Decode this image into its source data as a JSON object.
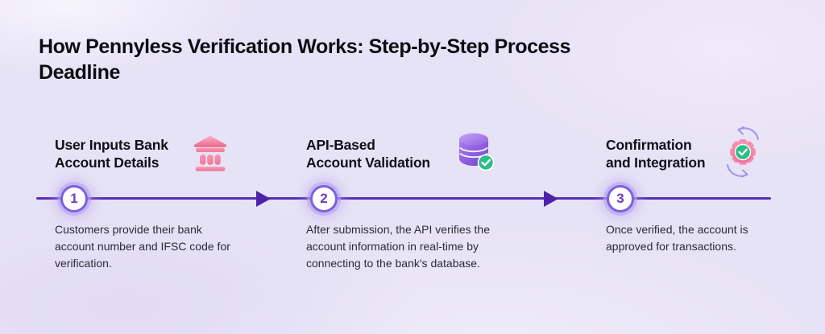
{
  "title": "How Pennyless Verification Works: Step-by-Step Process\nDeadline",
  "steps": [
    {
      "number": "1",
      "title": "User Inputs Bank\nAccount Details",
      "description": "Customers provide their bank\naccount number and IFSC code for\nverification.",
      "icon": "bank-icon"
    },
    {
      "number": "2",
      "title": "API-Based\nAccount Validation",
      "description": "After submission, the API verifies the\naccount information in real-time by\nconnecting to the bank's database.",
      "icon": "database-check-icon"
    },
    {
      "number": "3",
      "title": "Confirmation\nand Integration",
      "description": "Once verified, the account is\napproved for transactions.",
      "icon": "gear-check-sync-icon"
    }
  ],
  "colors": {
    "background": "#e7e3f6",
    "title_text": "#0c0c12",
    "heading_text": "#101018",
    "body_text": "#2b2b34",
    "timeline_line": "#5b2eb5",
    "arrow": "#4c22aa",
    "node_border": "#7d5fe0",
    "node_glow": "#b4a2f0",
    "node_number": "#6a3fc0",
    "bank_pink": "#f2839b",
    "database_purple": "#8b5cf6",
    "gear_pink": "#f27ba3",
    "check_green": "#2dbd86",
    "sync_arrow_purple": "#a195ec"
  }
}
